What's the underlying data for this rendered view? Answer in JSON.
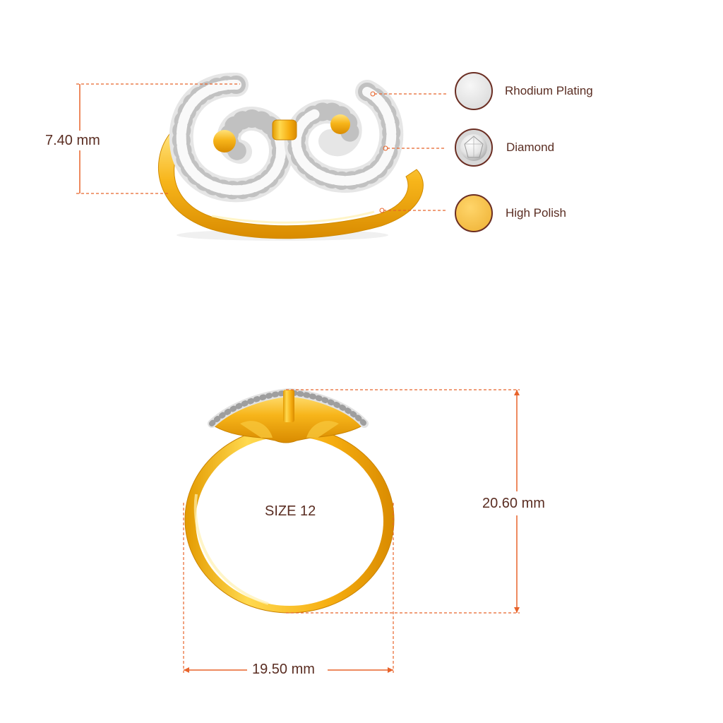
{
  "measurements": {
    "top_height": "7.40 mm",
    "front_height": "20.60 mm",
    "front_width": "19.50 mm"
  },
  "ring_size": "SIZE 12",
  "legend": [
    {
      "label": "Rhodium Plating",
      "color": "#e6e6e6"
    },
    {
      "label": "Diamond",
      "color": "#f2f2f2"
    },
    {
      "label": "High Polish",
      "color": "#f2c14e"
    }
  ],
  "colors": {
    "dimension_line": "#e8632a",
    "label_text": "#5a2d22",
    "gold_light": "#ffd34d",
    "gold_mid": "#f5b014",
    "gold_dark": "#d98b00",
    "swatch_border": "#6b2e23"
  }
}
